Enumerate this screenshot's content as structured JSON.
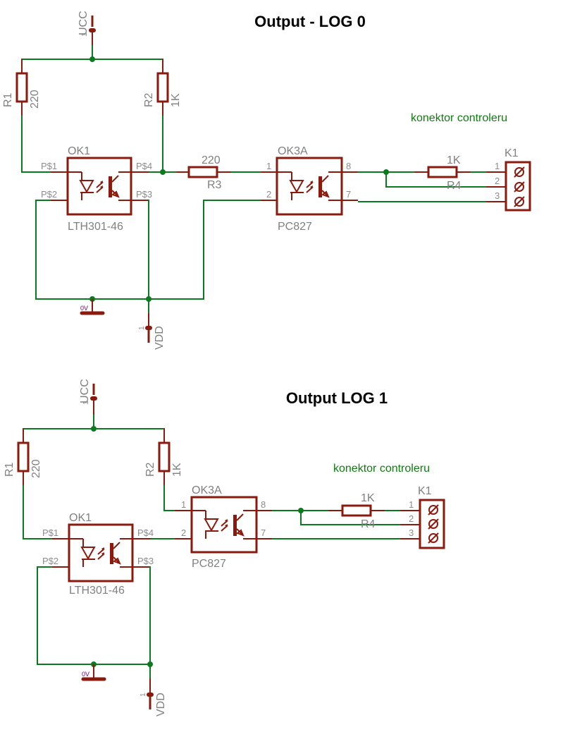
{
  "schematics": [
    {
      "title": "Output - LOG 0",
      "supply_label": "UCC",
      "supply_pin": "1",
      "ground_label": "0V",
      "vdd_label": "VDD",
      "vdd_pin": "1",
      "r1": {
        "name": "R1",
        "value": "220"
      },
      "r2": {
        "name": "R2",
        "value": "1K"
      },
      "r3": {
        "name": "R3",
        "value": "220"
      },
      "r4": {
        "name": "R4",
        "value": "1K"
      },
      "ok1": {
        "name": "OK1",
        "part": "LTH301-46",
        "pins": [
          "P$1",
          "P$2",
          "P$3",
          "P$4"
        ]
      },
      "ok3": {
        "name": "OK3A",
        "part": "PC827",
        "pins": [
          "1",
          "2",
          "7",
          "8"
        ]
      },
      "connector": {
        "name": "K1",
        "caption": "konektor controleru",
        "pins": [
          "1",
          "2",
          "3"
        ]
      }
    },
    {
      "title": "Output LOG 1",
      "supply_label": "UCC",
      "supply_pin": "1",
      "ground_label": "0V",
      "vdd_label": "VDD",
      "vdd_pin": "1",
      "r1": {
        "name": "R1",
        "value": "220"
      },
      "r2": {
        "name": "R2",
        "value": "1K"
      },
      "r4": {
        "name": "R4",
        "value": "1K"
      },
      "ok1": {
        "name": "OK1",
        "part": "LTH301-46",
        "pins": [
          "P$1",
          "P$2",
          "P$3",
          "P$4"
        ]
      },
      "ok3": {
        "name": "OK3A",
        "part": "PC827",
        "pins": [
          "1",
          "2",
          "7",
          "8"
        ]
      },
      "connector": {
        "name": "K1",
        "caption": "konektor controleru",
        "pins": [
          "1",
          "2",
          "3"
        ]
      }
    }
  ]
}
